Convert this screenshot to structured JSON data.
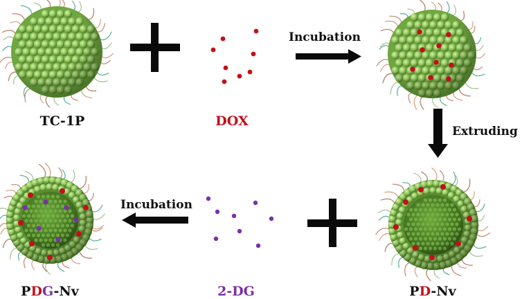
{
  "labels": {
    "tc1p": "TC-1P",
    "dox": "DOX",
    "two_dg": "2-DG",
    "pd_nv": {
      "p": "P",
      "d": "D",
      "rest": "-Nv"
    },
    "pdg_nv": {
      "p": "P",
      "d": "D",
      "g": "G",
      "rest": "-Nv"
    }
  },
  "steps": {
    "incubation_top": "Incubation",
    "extruding": "Extruding",
    "incubation_bottom": "Incubation"
  },
  "colors": {
    "dox": "#c0111b",
    "two_dg": "#7a2fa8",
    "text": "#111111",
    "particle_green": "#8fc25a",
    "arrow": "#0a0a0a"
  }
}
